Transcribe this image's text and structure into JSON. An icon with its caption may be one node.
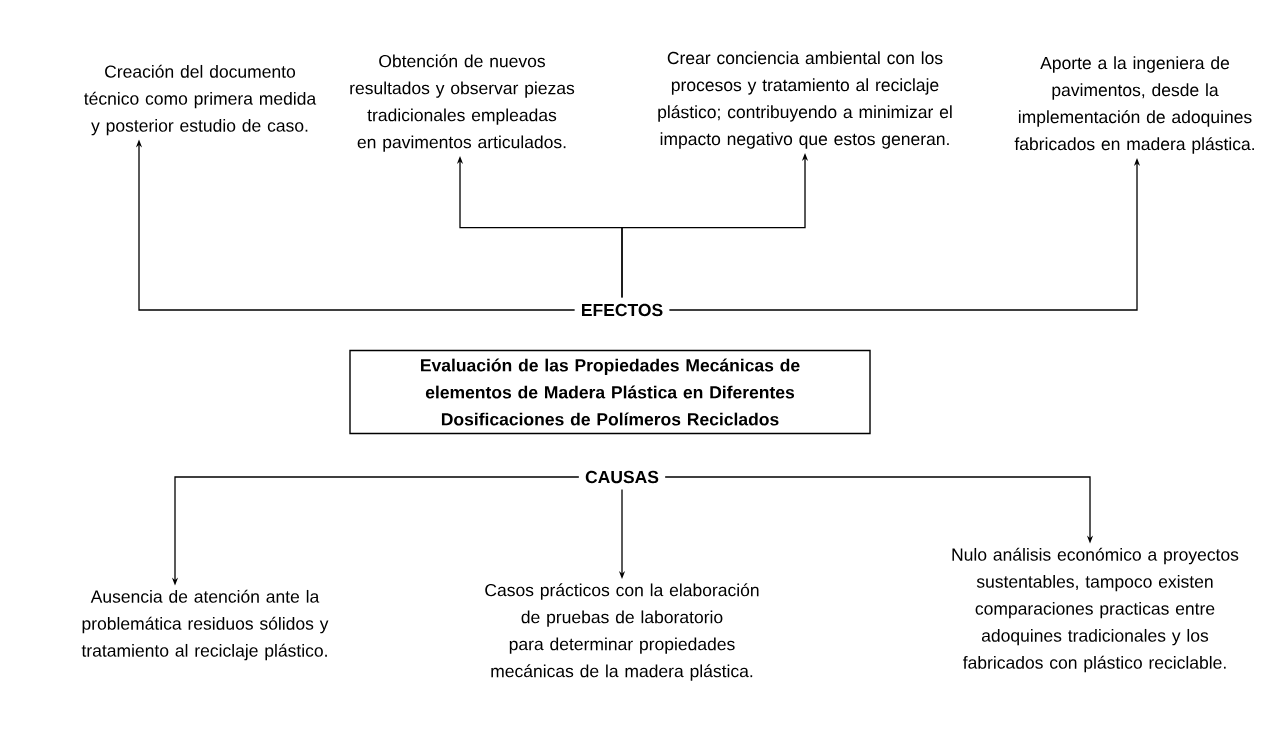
{
  "diagram": {
    "nodes": [
      {
        "text": [
          "Creación del documento técnico como primera medida y posterior estudio de caso."
        ]
      },
      {
        "text": [
          "Obtención de nuevos resultados y observar piezas tradicionales empleadas en pavimentos articulados."
        ]
      },
      {
        "text": [
          "Crear conciencia ambiental con los procesos y tratamiento al reciclaje plástico; contribuyendo a minimizar el impacto negativo que estos generan."
        ]
      },
      {
        "text": [
          "Aporte a la ingeniera de pavimentos, desde la implementación de adoquines fabricados en madera plástica."
        ]
      },
      {
        "text": [
          "EFECTOS"
        ]
      },
      {
        "text": [
          "Evaluación de las Propiedades Mecánicas de elementos de Madera Plástica en Diferentes Dosificaciones de Polímeros Reciclados"
        ]
      },
      {
        "text": [
          "CAUSAS"
        ]
      },
      {
        "text": [
          "Ausencia de atención ante la problemática residuos sólidos y tratamiento al reciclaje plástico."
        ]
      },
      {
        "text": [
          "Casos prácticos con la elaboración de pruebas de laboratorio para determinar propiedades mecánicas de la madera plástica."
        ]
      },
      {
        "text": [
          "Nulo análisis económico a proyectos sustentables, tampoco existen comparaciones practicas entre adoquines tradicionales y los fabricados con plástico reciclable."
        ]
      }
    ],
    "edges": [
      {
        "from": 4,
        "to": 0,
        "arrow": "to"
      },
      {
        "from": 4,
        "to": 1,
        "arrow": "to"
      },
      {
        "from": 4,
        "to": 2,
        "arrow": "to"
      },
      {
        "from": 4,
        "to": 3,
        "arrow": "to"
      },
      {
        "from": 6,
        "to": 7,
        "arrow": "to"
      },
      {
        "from": 6,
        "to": 8,
        "arrow": "to"
      },
      {
        "from": 6,
        "to": 9,
        "arrow": "to"
      }
    ]
  }
}
